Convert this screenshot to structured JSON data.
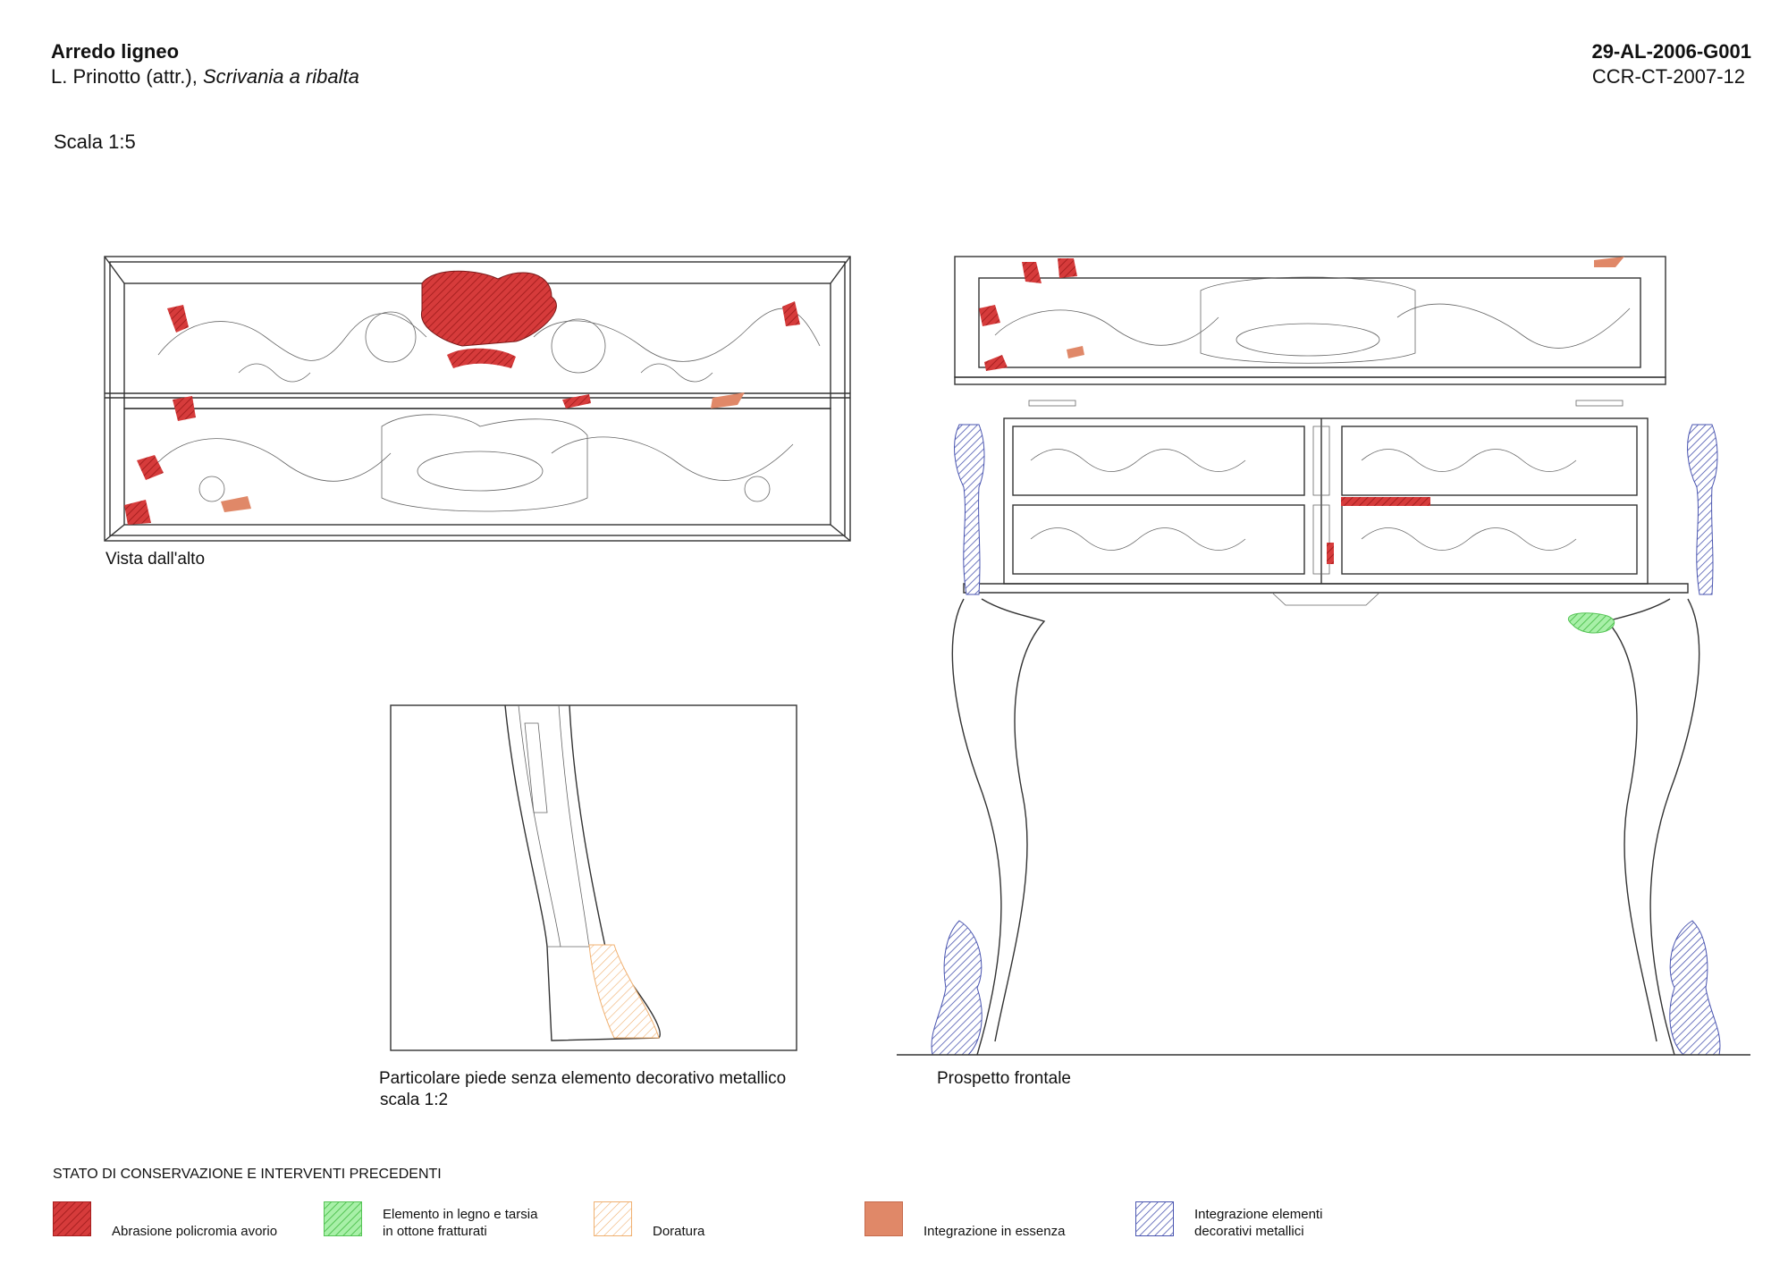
{
  "header": {
    "category": "Arredo ligneo",
    "author": "L. Prinotto (attr.),",
    "work_title": "Scrivania a ribalta",
    "code_primary": "29-AL-2006-G001",
    "code_secondary": "CCR-CT-2007-12",
    "scale": "Scala 1:5"
  },
  "views": {
    "top_caption": "Vista dall'alto",
    "detail_caption_line1": "Particolare piede senza elemento decorativo metallico",
    "detail_caption_line2": "scala 1:2",
    "front_caption": "Prospetto frontale"
  },
  "legend": {
    "title": "STATO DI CONSERVAZIONE E INTERVENTI PRECEDENTI",
    "items": [
      {
        "label_line1": "Abrasione policromia avorio",
        "label_line2": "",
        "color": "#d63b3b",
        "icon": "red-hatch-swatch"
      },
      {
        "label_line1": "Elemento in legno e tarsia",
        "label_line2": "in ottone fratturati",
        "color": "#8fe88f",
        "icon": "green-hatch-swatch"
      },
      {
        "label_line1": "Doratura",
        "label_line2": "",
        "color": "#f3c99a",
        "icon": "orange-hatch-swatch"
      },
      {
        "label_line1": "Integrazione in essenza",
        "label_line2": "",
        "color": "#e08868",
        "icon": "salmon-solid-swatch"
      },
      {
        "label_line1": "Integrazione elementi",
        "label_line2": "decorativi metallici",
        "color": "#5a66b8",
        "icon": "blue-hatch-swatch"
      }
    ]
  }
}
